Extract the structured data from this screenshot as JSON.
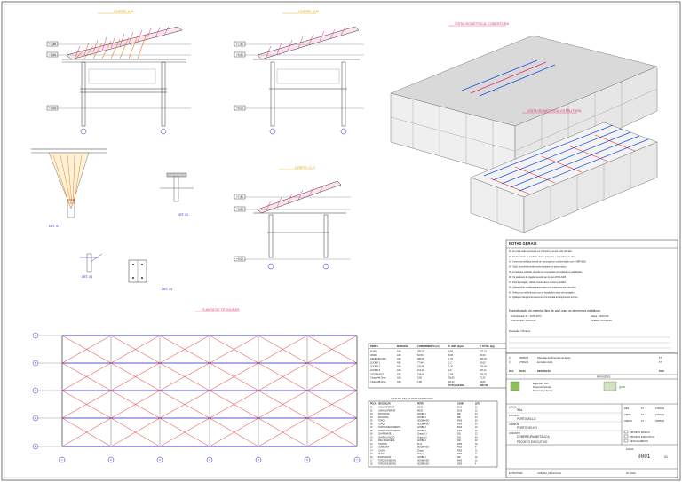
{
  "sections": {
    "sec1": "CORTE: A-A",
    "sec2": "CORTE: B-B",
    "sec3": "CORTE: C-C",
    "iso1": "VISTA ISOMÉTRICA: COBERTURA",
    "iso2": "VISTA ISOMÉTRICA: ESTRUTURA",
    "plan": "PLANTA DE TESOURAS",
    "det1": "DET. 01",
    "det2": "DET. 02",
    "det3": "DET. 03",
    "det4": "DET. 04"
  },
  "levels": [
    "+7,80",
    "+5,50",
    "+0,00"
  ],
  "grid_numbers": [
    "1",
    "2",
    "3",
    "4",
    "5",
    "6",
    "7"
  ],
  "grid_letters": [
    "A",
    "B",
    "C",
    "D",
    "E"
  ],
  "notes": {
    "title": "NOTAS GERAIS",
    "lines": [
      "01. As cotas estão expressas em milímetros, exceto onde indicado.",
      "02. Conferir todas as medidas, níveis, projeções e esquadros em obra.",
      "03. A estrutura metálica deverá ser executada em conformidade com a NBR 8800.",
      "04. Todos os perfis deverão receber tratamento anticorrosivo.",
      "05. As ligações soldadas deverão ser executadas por soldadores qualificados.",
      "06. Os parafusos de ligação deverão ser do tipo ASTM A325.",
      "07. Para ancoragem, utilizar chumbadores conforme detalhe.",
      "08. Utilizar telhas metálicas trapezoidais com isolamento termoacústico.",
      "09. Verificar as interferências com as instalações antes da montagem.",
      "10. Qualquer divergência deverá ser comunicada ao responsável técnico."
    ],
    "spec_title": "Especificação do material (tipo de aço) para os elementos metálicos:",
    "spec_lines": [
      "Perfil laminado 'W' - ASTM A572",
      "Chapa - ASTM A36",
      "Perfil dobrado - ASTM A36",
      "Parafuso - ASTM A325"
    ],
    "protection_title": "Proteção / Pintura:"
  },
  "materials_table": {
    "headers": [
      "PERFIL",
      "MATERIAL",
      "COMPRIMENTO (m)",
      "P. UNIT. (kg/m)",
      "P. TOTAL (kg)"
    ],
    "rows": [
      [
        "W150",
        "A36",
        "280,20",
        "9,00",
        "277,10"
      ],
      [
        "W200",
        "A36",
        "52,50",
        "8,00",
        "45,00"
      ],
      [
        "UENRIJECIDO",
        "A36",
        "480,26",
        "1,70",
        "800,40"
      ],
      [
        "LDOBR.1",
        "A36",
        "77,44",
        "1,2",
        "93,00"
      ],
      [
        "LDOBR.2",
        "A36",
        "152,80",
        "2,20",
        "335,00"
      ],
      [
        "LDOBR.3",
        "A36",
        "114,20",
        "2,0",
        "227,11"
      ],
      [
        "UDOBRADO",
        "A36",
        "236,48",
        "2,94",
        "706,70"
      ],
      [
        "Chapa #6.3mm",
        "A36",
        "3,60",
        "35,80",
        "72,22"
      ],
      [
        "Chapa #8.0mm",
        "A36",
        "1,80",
        "36,12",
        "49,00"
      ]
    ],
    "total_label": "TOTAL GERAL",
    "total_value": "2607,63"
  },
  "bolts_table": {
    "title": "LISTA DE PEÇAS PARA MONTAGEM",
    "headers": [
      "PEÇA",
      "DESCRIÇÃO",
      "PERFIL",
      "COMP.",
      "QTD."
    ],
    "rows": [
      [
        "01",
        "LINHA INFERIOR",
        "W150",
        "6150",
        "22"
      ],
      [
        "02",
        "LINHA SUPERIOR",
        "W150",
        "6150",
        "22"
      ],
      [
        "03",
        "MONTANTE",
        "LDOBR.1",
        "850",
        "44"
      ],
      [
        "04",
        "DIAGONAL",
        "LDOBR.2",
        "980",
        "44"
      ],
      [
        "05",
        "TERÇA",
        "UDOBRADO",
        "4950",
        "60"
      ],
      [
        "06",
        "TERÇA",
        "UDOBRADO",
        "3900",
        "24"
      ],
      [
        "07",
        "CONTRAVENTAMENTO",
        "LDOBR.3",
        "5020",
        "16"
      ],
      [
        "08",
        "CONTRAVENTAMENTO",
        "LDOBR.3",
        "4480",
        "16"
      ],
      [
        "09",
        "CHAPA BASE",
        "Chapa 6.3",
        "250",
        "22"
      ],
      [
        "10",
        "CHAPA LIGAÇÃO",
        "Chapa 8.0",
        "180",
        "44"
      ],
      [
        "11",
        "MÃO FRANCESA",
        "LDOBR.1",
        "640",
        "22"
      ],
      [
        "12",
        "TIRANTE",
        "Ø 12",
        "4950",
        "30"
      ],
      [
        "13",
        "CUMEEIRA",
        "UDOBRADO",
        "4950",
        "6"
      ],
      [
        "14",
        "CALHA",
        "Chapa",
        "4950",
        "12"
      ],
      [
        "15",
        "RUFO",
        "Chapa",
        "4950",
        "12"
      ],
      [
        "16",
        "ESPAÇADOR",
        "LDOBR.1",
        "300",
        "30"
      ],
      [
        "17",
        "TERÇA DE BEIRAL",
        "UDOBRADO",
        "4950",
        "12"
      ],
      [
        "18",
        "TERÇA DE BEIRAL",
        "UDOBRADO",
        "3900",
        "4"
      ]
    ]
  },
  "revisions": {
    "rows": [
      [
        "A",
        "05/05/22",
        "Alteração da dimensão do Apoio",
        "FT"
      ],
      [
        "0",
        "27/04/22",
        "Emissão inicial",
        "FT"
      ]
    ],
    "headers": [
      "REV.",
      "DATA",
      "DESCRIÇÃO",
      "POR"
    ],
    "label": "REVISÕES"
  },
  "title_block": {
    "company_lines": [
      "Engenharia Civil",
      "Projetos Estruturais",
      "Responsável Técnico"
    ],
    "logo_text": "grafo",
    "location_label": "LOCAL:",
    "location_value": "IFAL",
    "campus_label": "CAMPUS:",
    "campus_value": "PORTO VELHO",
    "project_label": "PROJETO:",
    "project_value": "PORTOVELLO",
    "subject_label": "ASSUNTO:",
    "subject_value": "COBERTURA METÁLICA",
    "phase_value": "PROJETO EXECUTIVO",
    "checks": [
      "PROJETO BÁSICO",
      "PROJETO EXECUTIVO",
      "DETALHAMENTO"
    ],
    "sign_rows": [
      [
        "DES.",
        "FT",
        "27/04/22"
      ],
      [
        "VERIF.",
        "FT",
        "27/04/22"
      ],
      [
        "APROV.",
        "FT",
        "05/05/22"
      ]
    ],
    "sheet_label": "FOLHA",
    "sheet_number": "0001",
    "total_sheets": "01",
    "date": "02 / 2022",
    "file_code": "COB_Est_03-Portovelo",
    "discipline": "ESTRUTURA"
  },
  "colors": {
    "truss_pink": "#e0307a",
    "truss_orange": "#f08020",
    "bracing_red": "#e53030",
    "plan_blue": "#2020c0",
    "iso_blue": "#2050e0"
  }
}
